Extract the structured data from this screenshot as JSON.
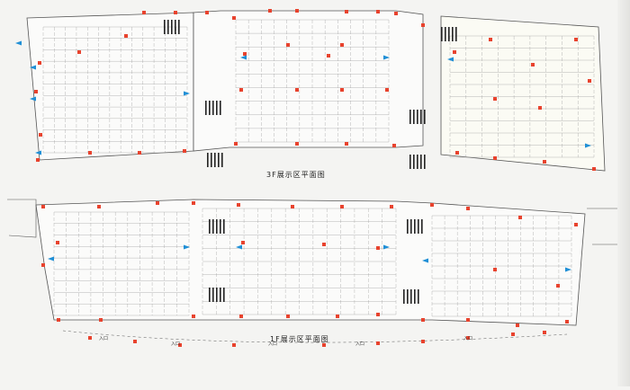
{
  "captions": {
    "upper_floor": "3F展示区平面图",
    "lower_floor": "1F展示区平面图"
  },
  "entrance_label": "入口",
  "colors": {
    "paper": "#f4f4f2",
    "grid_line": "#9a9a9a",
    "outline": "#555555",
    "booth_marker": "#e8432e",
    "direction_arrow": "#1f8fd6",
    "stair_block": "#222222"
  },
  "icons": {
    "booth_marker": "red-square-icon",
    "direction_arrow": "blue-arrow-icon",
    "stair_block": "staircase-icon"
  }
}
